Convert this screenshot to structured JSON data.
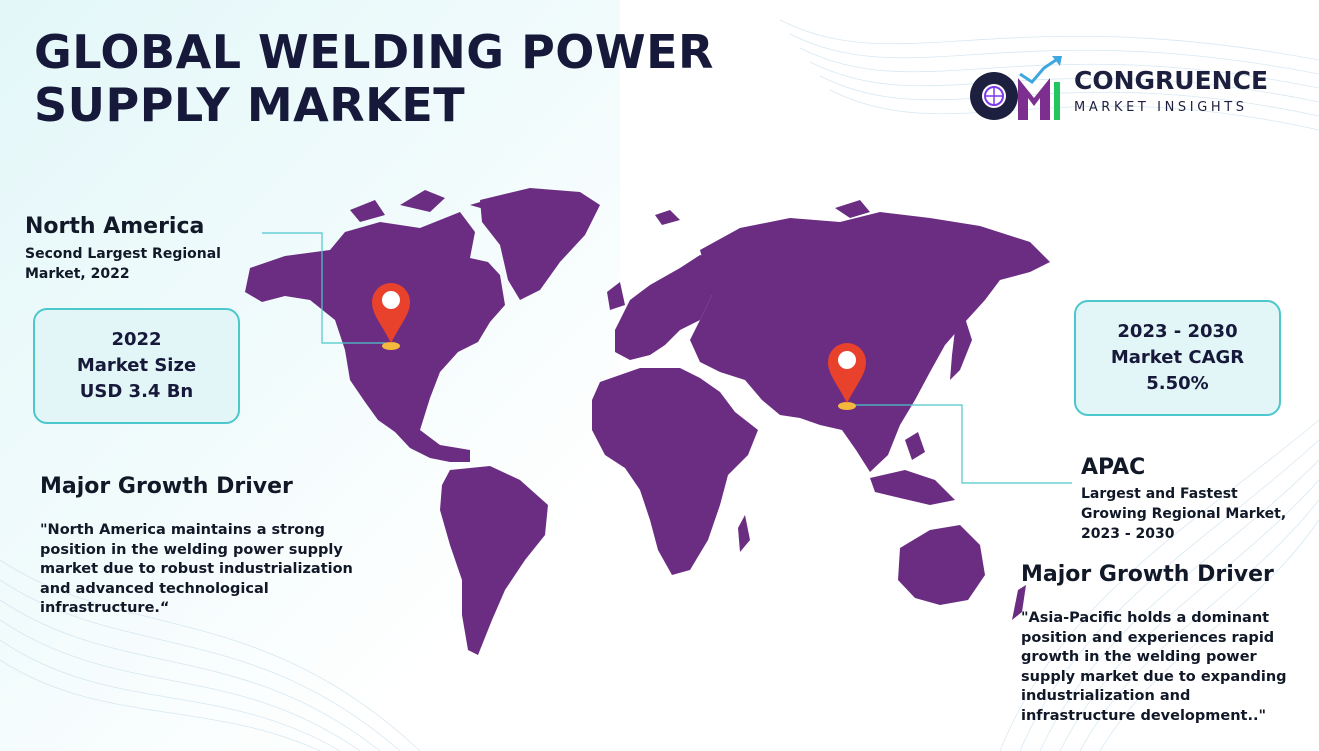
{
  "title": {
    "line1": "GLOBAL WELDING POWER",
    "line2": "SUPPLY MARKET"
  },
  "logo": {
    "name": "CONGRUENCE",
    "tagline": "MARKET INSIGHTS"
  },
  "north_america": {
    "title": "North America",
    "subtitle_line1": "Second Largest Regional",
    "subtitle_line2": "Market, 2022"
  },
  "market_size": {
    "line1": "2022",
    "line2": "Market Size",
    "line3": "USD  3.4 Bn"
  },
  "cagr": {
    "line1": "2023 - 2030",
    "line2": "Market CAGR",
    "line3": "5.50%"
  },
  "apac": {
    "title": "APAC",
    "subtitle_line1": "Largest and Fastest",
    "subtitle_line2": "Growing Regional Market,",
    "subtitle_line3": "2023 - 2030"
  },
  "driver_left": {
    "title": "Major Growth Driver",
    "lines": [
      "\"North America maintains a strong",
      "position in the welding power supply",
      "market due to robust industrialization",
      "and advanced technological",
      "infrastructure.“"
    ]
  },
  "driver_right": {
    "title": "Major Growth Driver",
    "lines": [
      "\"Asia-Pacific holds a dominant",
      "position and experiences rapid",
      "growth in the welding power",
      "supply market due to expanding",
      "industrialization and",
      "infrastructure development..\""
    ]
  },
  "colors": {
    "map": "#6a2d82",
    "pin": "#e8412c",
    "accent": "#4cc7cc",
    "title": "#17193b"
  }
}
